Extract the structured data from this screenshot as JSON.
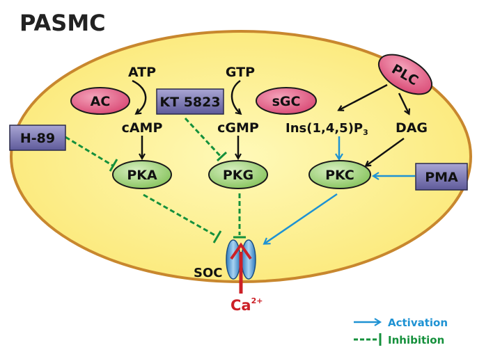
{
  "title": "PASMC",
  "substrates": {
    "atp": "ATP",
    "gtp": "GTP"
  },
  "messengers": {
    "camp": "cAMP",
    "cgmp": "cGMP",
    "ip3_main": "Ins(1,4,5)P",
    "ip3_sub": "3",
    "dag": "DAG"
  },
  "enzymes": {
    "ac": "AC",
    "sgc": "sGC",
    "plc": "PLC",
    "pka": "PKA",
    "pkg": "PKG",
    "pkc": "PKC"
  },
  "drugs": {
    "kt5823": "KT 5823",
    "h89": "H-89",
    "pma": "PMA"
  },
  "channel": {
    "soc": "SOC",
    "ca_main": "Ca",
    "ca_sup": "2+"
  },
  "legend": {
    "activation": "Activation",
    "inhibition": "Inhibition"
  },
  "colors": {
    "cell_fill": "#fdf48c",
    "cell_stroke": "#c8872e",
    "enzyme_pink": "#e6678a",
    "kinase_green": "#9fd27a",
    "drug_purple": "#7d78b3",
    "activation_blue": "#1e92d3",
    "inhibition_green": "#15903c",
    "ca_red": "#cc2027",
    "channel_blue": "#5fa6d8"
  }
}
